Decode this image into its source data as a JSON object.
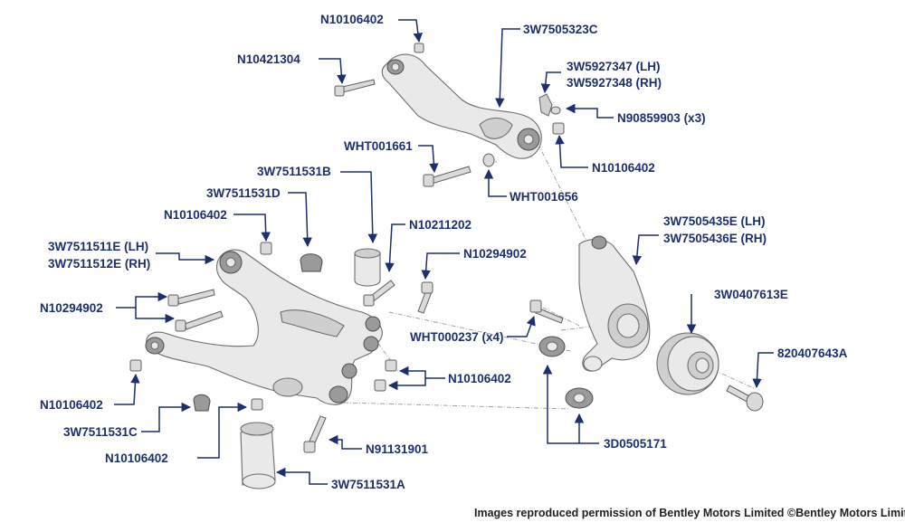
{
  "labels": {
    "l1": "N10106402",
    "l2": "3W7505323C",
    "l3": "N10421304",
    "l4": "3W5927347 (LH)",
    "l5": "3W5927348 (RH)",
    "l6": "N90859903 (x3)",
    "l7": "N10106402",
    "l8": "WHT001661",
    "l9": "3W7511531B",
    "l10": "WHT001656",
    "l11": "3W7511531D",
    "l12": "N10106402",
    "l13": "N10211202",
    "l14": "3W7505435E (LH)",
    "l15": "3W7505436E (RH)",
    "l16": "3W7511511E (LH)",
    "l17": "3W7511512E (RH)",
    "l18": "N10294902",
    "l19": "3W0407613E",
    "l20": "N10294902",
    "l21": "WHT000237 (x4)",
    "l22": "820407643A",
    "l23": "N10106402",
    "l24": "N10106402",
    "l25": "3W7511531C",
    "l26": "N91131901",
    "l27": "3D0505171",
    "l28": "N10106402",
    "l29": "3W7511531A"
  },
  "credit": "Images reproduced permission of Bentley Motors Limited ©Bentley Motors Limited",
  "colors": {
    "label": "#1c2f6e",
    "leader": "#1c2f6e",
    "part": "#e9e9e9",
    "outline": "#6d6d6d"
  }
}
